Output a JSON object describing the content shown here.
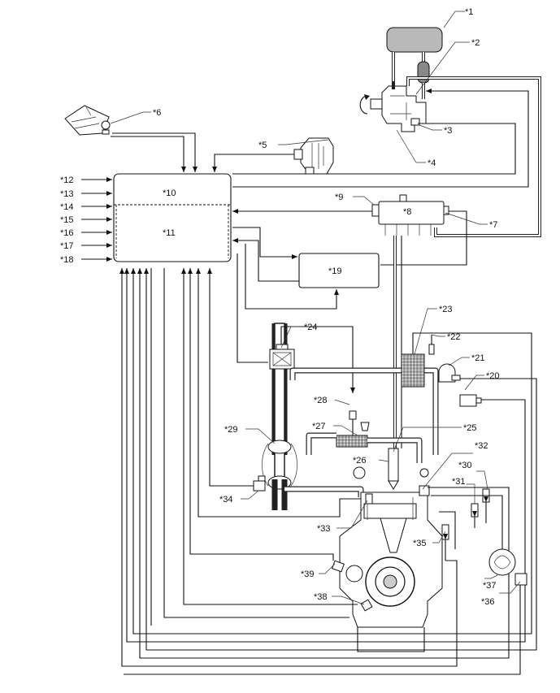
{
  "labels": {
    "l1": "*1",
    "l2": "*2",
    "l3": "*3",
    "l4": "*4",
    "l5": "*5",
    "l6": "*6",
    "l7": "*7",
    "l8": "*8",
    "l9": "*9",
    "l10": "*10",
    "l11": "*11",
    "l12": "*12",
    "l13": "*13",
    "l14": "*14",
    "l15": "*15",
    "l16": "*16",
    "l17": "*17",
    "l18": "*18",
    "l19": "*19",
    "l20": "*20",
    "l21": "*21",
    "l22": "*22",
    "l23": "*23",
    "l24": "*24",
    "l25": "*25",
    "l26": "*26",
    "l27": "*27",
    "l28": "*28",
    "l29": "*29",
    "l30": "*30",
    "l31": "*31",
    "l32": "*32",
    "l33": "*33",
    "l34": "*34",
    "l35": "*35",
    "l36": "*36",
    "l37": "*37",
    "l38": "*38",
    "l39": "*39"
  },
  "colors": {
    "line": "#111111",
    "tank_fill": "#b9b9b9",
    "background": "#ffffff"
  },
  "icons": [
    "fuel-tank-icon",
    "fuel-filter-icon",
    "supply-pump-icon",
    "rotation-arrow-icon",
    "accelerator-pedal-icon",
    "alternator-icon",
    "common-rail-icon",
    "egr-cooler-icon",
    "intercooler-icon",
    "air-flow-meter-icon",
    "injector-icon",
    "turbocharger-icon",
    "engine-block-icon",
    "crankshaft-pulley-icon",
    "egr-valve-icon",
    "sensor-icon"
  ]
}
